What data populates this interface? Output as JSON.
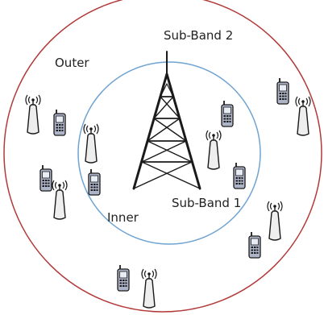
{
  "labels": {
    "outer": "Outer",
    "inner": "Inner",
    "sub_band_2": "Sub-Band 2",
    "sub_band_1": "Sub-Band 1"
  },
  "colors": {
    "outer_ring": "#b23a3a",
    "inner_ring": "#6fa3d2",
    "tower": "#1a1a1a",
    "device_fill": "#eeeeee",
    "phone_fill": "#aeb4c8"
  },
  "icons": {
    "tower": "cell-tower-icon",
    "user_terminal": "antenna-terminal-icon",
    "phone": "mobile-phone-icon"
  }
}
